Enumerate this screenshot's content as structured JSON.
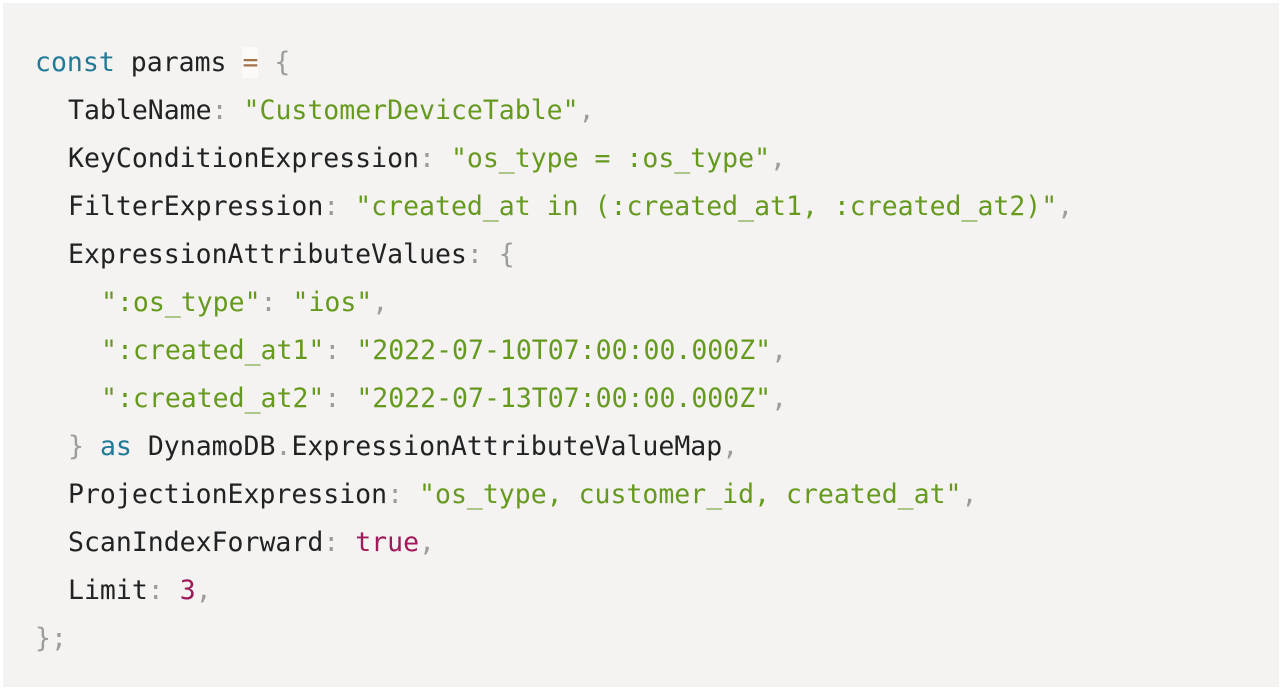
{
  "code": {
    "l1": {
      "kw": "const",
      "name": "params",
      "eq": "=",
      "open": "{"
    },
    "l2": {
      "key": "TableName",
      "colon": ":",
      "value": "\"CustomerDeviceTable\"",
      "comma": ","
    },
    "l3": {
      "key": "KeyConditionExpression",
      "colon": ":",
      "value": "\"os_type = :os_type\"",
      "comma": ","
    },
    "l4": {
      "key": "FilterExpression",
      "colon": ":",
      "value": "\"created_at in (:created_at1, :created_at2)\"",
      "comma": ","
    },
    "l5": {
      "key": "ExpressionAttributeValues",
      "colon": ":",
      "open": "{"
    },
    "l6": {
      "key": "\":os_type\"",
      "colon": ":",
      "value": "\"ios\"",
      "comma": ","
    },
    "l7": {
      "key": "\":created_at1\"",
      "colon": ":",
      "value": "\"2022-07-10T07:00:00.000Z\"",
      "comma": ","
    },
    "l8": {
      "key": "\":created_at2\"",
      "colon": ":",
      "value": "\"2022-07-13T07:00:00.000Z\"",
      "comma": ","
    },
    "l9": {
      "close": "}",
      "kw": "as",
      "ns": "DynamoDB",
      "dot": ".",
      "type": "ExpressionAttributeValueMap",
      "comma": ","
    },
    "l10": {
      "key": "ProjectionExpression",
      "colon": ":",
      "value": "\"os_type, customer_id, created_at\"",
      "comma": ","
    },
    "l11": {
      "key": "ScanIndexForward",
      "colon": ":",
      "value": "true",
      "comma": ","
    },
    "l12": {
      "key": "Limit",
      "colon": ":",
      "value": "3",
      "comma": ","
    },
    "l13": {
      "close": "}",
      "semi": ";"
    }
  },
  "colors": {
    "background": "#f4f3f1",
    "keyword": "#1f7a99",
    "string": "#669a1f",
    "literal": "#a0195a",
    "punctuation": "#9c9c9c",
    "operator": "#a57248"
  }
}
